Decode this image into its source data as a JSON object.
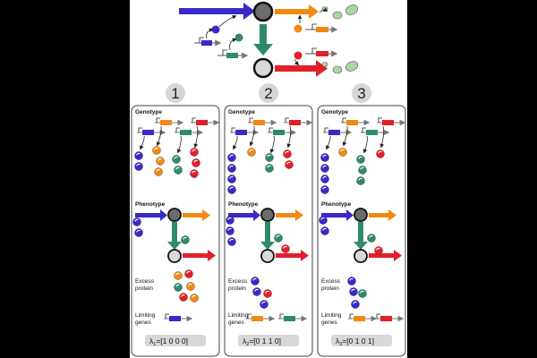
{
  "colors": {
    "blue": "#3a28c8",
    "orange": "#f08a12",
    "green": "#2f8a6a",
    "red": "#e0202a",
    "node_dark": "#6b6b6b",
    "node_light": "#d8d8d8",
    "bacteria": "#a8d8a0"
  },
  "panels": [
    {
      "number": "1",
      "genotype_label": "Genotype",
      "phenotype_label": "Phenotype",
      "excess_label_1": "Excess",
      "excess_label_2": "protein",
      "limiting_label_1": "Limiting",
      "limiting_label_2": "genes",
      "lambda_prefix": "λ",
      "lambda_sub": "1",
      "lambda_value": "=[1 0 0 0]"
    },
    {
      "number": "2",
      "genotype_label": "Genotype",
      "phenotype_label": "Phenotype",
      "excess_label_1": "Excess",
      "excess_label_2": "protein",
      "limiting_label_1": "Limiting",
      "limiting_label_2": "genes",
      "lambda_prefix": "λ",
      "lambda_sub": "2",
      "lambda_value": "=[0 1 1 0]"
    },
    {
      "number": "3",
      "genotype_label": "Genotype",
      "phenotype_label": "Phenotype",
      "excess_label_1": "Excess",
      "excess_label_2": "protein",
      "limiting_label_1": "Limiting",
      "limiting_label_2": "genes",
      "lambda_prefix": "λ",
      "lambda_sub": "3",
      "lambda_value": "=[0 1 0 1]"
    }
  ]
}
